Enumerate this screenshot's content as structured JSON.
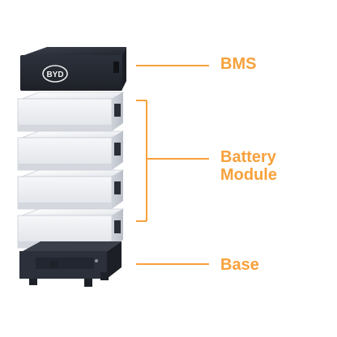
{
  "colors": {
    "accent": "#F7A13C",
    "bms_body": "#2A2F3A",
    "module_body": "#ECEEF2",
    "module_front": "#F4F5F8",
    "module_edge": "#C9CDD5",
    "base_body": "#2B303B"
  },
  "bms": {
    "label": "BMS",
    "logo_text": "BYD"
  },
  "battery_module": {
    "label_line1": "Battery",
    "label_line2": "Module",
    "count": 4
  },
  "base": {
    "label": "Base"
  }
}
